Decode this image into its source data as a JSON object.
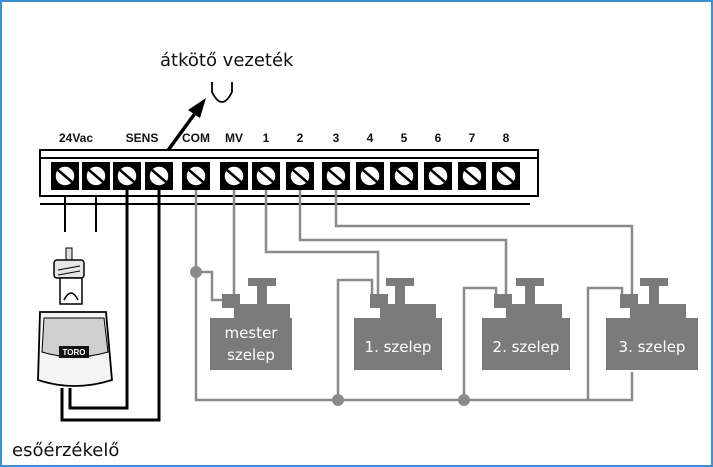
{
  "diagram": {
    "jumper_label": "átkötő vezeték",
    "jumper_symbol": "U",
    "sensor_label": "esőérzékelő",
    "sensor_brand": "TORO",
    "terminals": [
      "24Vac",
      "SENS",
      "COM",
      "MV",
      "1",
      "2",
      "3",
      "4",
      "5",
      "6",
      "7",
      "8"
    ],
    "valves": [
      {
        "line1": "mester",
        "line2": "szelep"
      },
      {
        "line1": "1. szelep",
        "line2": ""
      },
      {
        "line1": "2. szelep",
        "line2": ""
      },
      {
        "line1": "3. szelep",
        "line2": ""
      }
    ]
  },
  "colors": {
    "frame": "#3c8fd2",
    "wire": "#8a8a8a",
    "valve": "#7b7b7b"
  }
}
